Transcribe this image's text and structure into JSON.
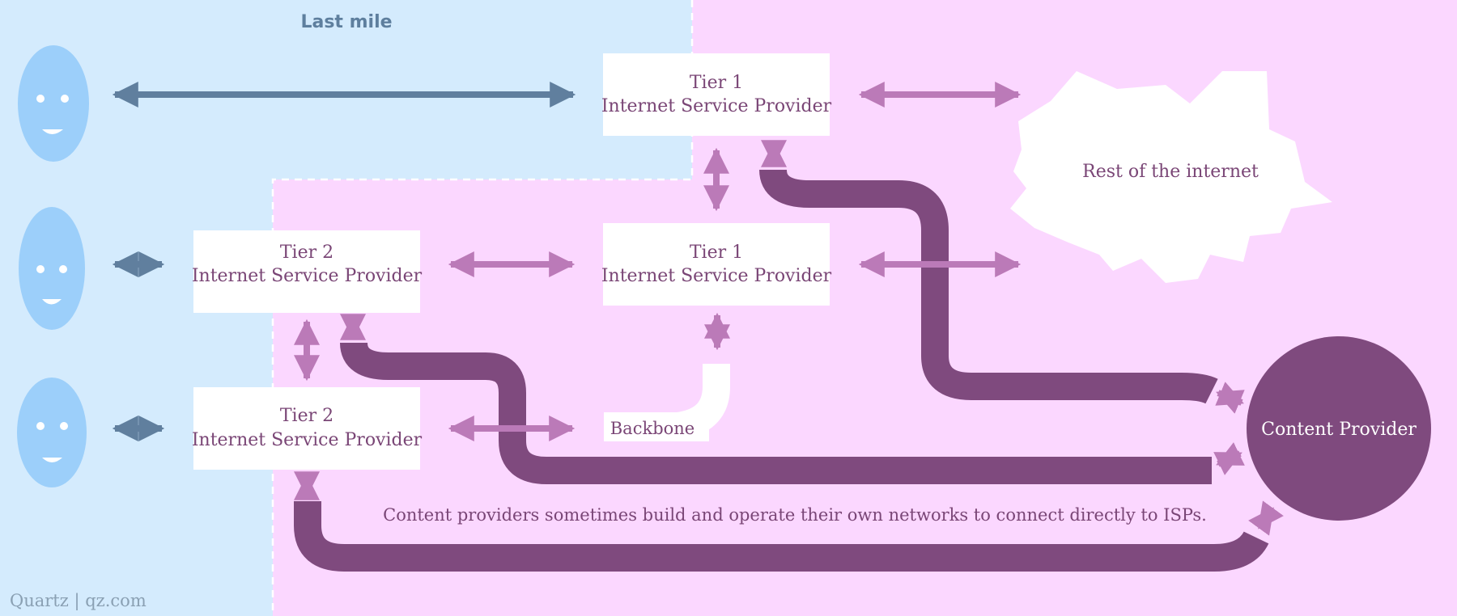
{
  "header": {
    "last_mile_label": "Last mile"
  },
  "nodes": {
    "tier1_top": {
      "line1": "Tier 1",
      "line2": "Internet Service Provider"
    },
    "tier1_mid": {
      "line1": "Tier 1",
      "line2": "Internet Service Provider"
    },
    "tier2_top": {
      "line1": "Tier 2",
      "line2": "Internet Service Provider"
    },
    "tier2_bottom": {
      "line1": "Tier 2",
      "line2": "Internet Service Provider"
    },
    "backbone": "Backbone",
    "rest_of_internet": "Rest of the internet",
    "content_provider": "Content Provider"
  },
  "caption": "Content providers sometimes build and operate their own networks to connect directly to ISPs.",
  "footer": {
    "credit": "Quartz | qz.com"
  },
  "colors": {
    "last_mile_bg": "#d4ebfd",
    "core_bg": "#fbd7ff",
    "face": "#9ccffa",
    "last_mile_arrow": "#607f9e",
    "core_arrow": "#bb7ab8",
    "content_network": "#7f4a7e",
    "label_text": "#7a4676"
  },
  "icons": {
    "user": "user-face-icon",
    "arrow": "double-arrow-icon",
    "cloud": "cloud-icon"
  }
}
